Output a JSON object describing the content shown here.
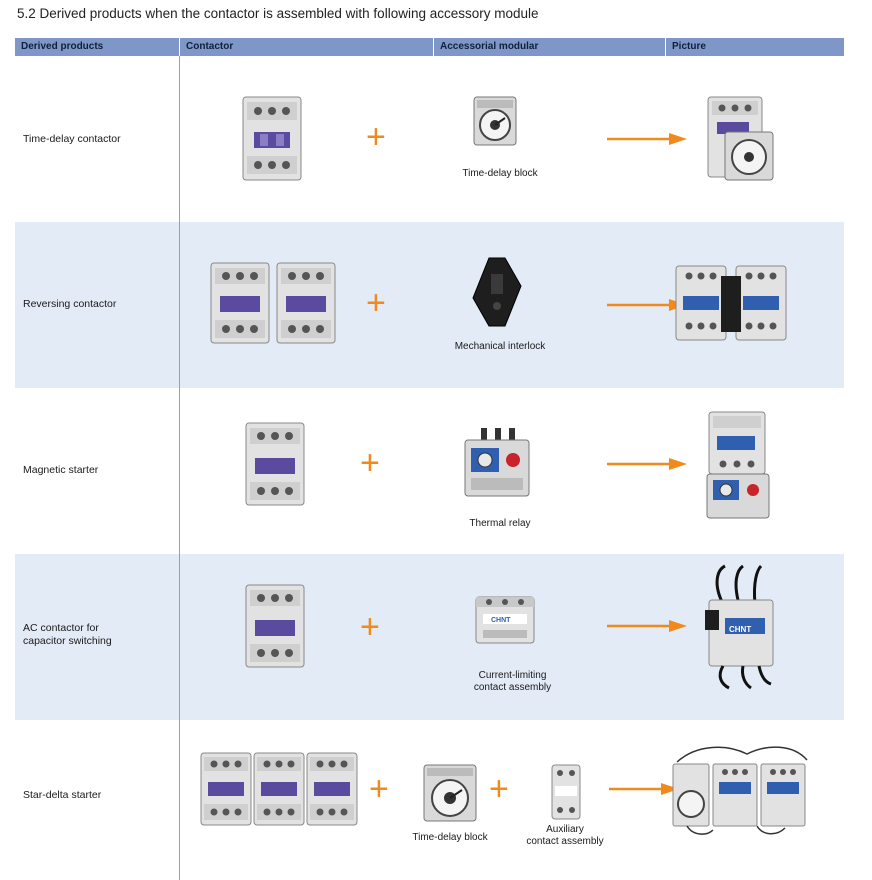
{
  "heading": "5.2 Derived products when the contactor is assembled with following accessory module",
  "columns": [
    "Derived products",
    "Contactor",
    "Accessorial modular",
    "Picture"
  ],
  "rows": [
    {
      "label_lines": [
        "Time-delay contactor"
      ],
      "accessory_lines": [
        "Time-delay block"
      ]
    },
    {
      "label_lines": [
        "Reversing contactor"
      ],
      "accessory_lines": [
        "Mechanical interlock"
      ]
    },
    {
      "label_lines": [
        "Magnetic starter"
      ],
      "accessory_lines": [
        "Thermal relay"
      ]
    },
    {
      "label_lines": [
        "AC contactor for",
        "capacitor switching"
      ],
      "accessory_lines": [
        "Current-limiting",
        "contact assembly"
      ]
    },
    {
      "label_lines": [
        "Star-delta starter"
      ],
      "accessory_lines": [
        "Time-delay block"
      ],
      "accessory2_lines": [
        "Auxiliary",
        "contact assembly"
      ]
    }
  ],
  "plus_sign": "+",
  "brand_text": "CHNT",
  "colors": {
    "header_bg": "#7f97c8",
    "row_alt_bg": "#e3ebf6",
    "accent_orange": "#f08a1c",
    "coil_purple": "#5b4b9e",
    "terminal_blue": "#2f5fae"
  }
}
